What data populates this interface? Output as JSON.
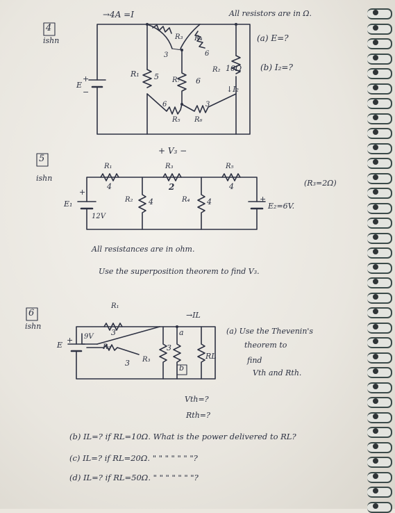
{
  "problem4": {
    "number": "4",
    "tag": "ishn",
    "current_label": "→4A =I",
    "note": "All resistors are in Ω.",
    "q_a": "(a) E=?",
    "q_b": "(b) I₂=?",
    "source_label": "E",
    "plus": "+",
    "minus": "−",
    "r1": "R₁",
    "r1_val": "5",
    "r3": "R₃",
    "r3_val": "3",
    "r4": "R₄",
    "r4_val": "6",
    "r2": "R₂",
    "r2_val": "10Ω",
    "r7": "R₇",
    "r7_val": "6",
    "r5": "R₅",
    "r5_val": "6",
    "r6": "R₆",
    "r6_val": "3",
    "i2": "↓I₂"
  },
  "problem5": {
    "number": "5",
    "tag": "ishn",
    "v3": "+ V₃ −",
    "r1": "R₁",
    "r1_val": "4",
    "r3": "R₃",
    "r3_val": "2",
    "r5": "R₅",
    "r5_val": "4",
    "r2": "R₂",
    "r2_val": "4",
    "r4": "R₄",
    "r4_val": "4",
    "e1": "E₁",
    "e1_val": "12V",
    "e2": "E₂=6V.",
    "r3_note": "(R₃=2Ω)",
    "plus": "+",
    "line1": "All resistances are in ohm.",
    "line2": "Use the superposition theorem to find V₃."
  },
  "problem6": {
    "number": "6",
    "tag": "ishn",
    "r1": "R₁",
    "r1_val": "3",
    "source_val": "9V",
    "e": "E",
    "plus": "+",
    "r2": "R₂",
    "r2_val": "3",
    "r3": "R₃",
    "r3_val": "3",
    "node_a": "a",
    "node_b": "b",
    "il": "→IL",
    "rl": "RL",
    "q_a1": "(a) Use the Thevenin's",
    "q_a2": "theorem to",
    "q_a3": "find",
    "q_a4": "Vth and Rth.",
    "vth": "Vth=?",
    "rth": "Rth=?",
    "q_b": "(b) IL=? if RL=10Ω. What is the power delivered to RL?",
    "q_c": "(c) IL=? if RL=20Ω.   \"   \"   \"   \"          \"     \"  \"?",
    "q_d": "(d) IL=? if RL=50Ω.  \"   \"   \"   \"          \"     \"  \"?"
  }
}
